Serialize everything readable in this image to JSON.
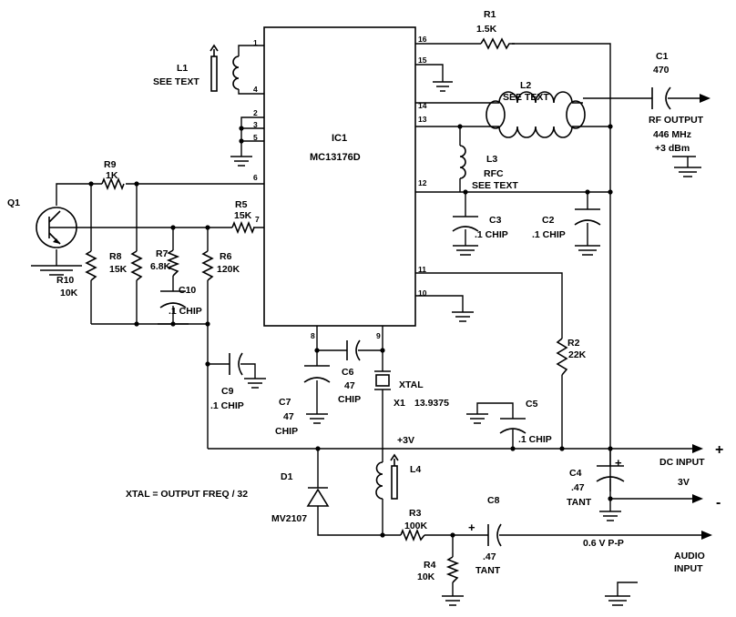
{
  "ic": {
    "designator": "IC1",
    "part": "MC13176D",
    "pins": [
      "1",
      "2",
      "3",
      "4",
      "5",
      "6",
      "7",
      "8",
      "9",
      "10",
      "11",
      "12",
      "13",
      "14",
      "15",
      "16"
    ]
  },
  "components": {
    "r1": {
      "name": "R1",
      "value": "1.5K"
    },
    "r2": {
      "name": "R2",
      "value": "22K"
    },
    "r3": {
      "name": "R3",
      "value": "100K"
    },
    "r4": {
      "name": "R4",
      "value": "10K"
    },
    "r5": {
      "name": "R5",
      "value": "15K"
    },
    "r6": {
      "name": "R6",
      "value": "120K"
    },
    "r7": {
      "name": "R7",
      "value": "6.8K"
    },
    "r8": {
      "name": "R8",
      "value": "15K"
    },
    "r9": {
      "name": "R9",
      "value": "1K"
    },
    "r10": {
      "name": "R10",
      "value": "10K"
    },
    "c1": {
      "name": "C1",
      "value": "470"
    },
    "c2": {
      "name": "C2",
      "value": ".1 CHIP"
    },
    "c3": {
      "name": "C3",
      "value": ".1 CHIP"
    },
    "c4": {
      "name": "C4",
      "value1": ".47",
      "value2": "TANT"
    },
    "c5": {
      "name": "C5",
      "value": ".1 CHIP"
    },
    "c6": {
      "name": "C6",
      "value1": "47",
      "value2": "CHIP"
    },
    "c7": {
      "name": "C7",
      "value1": "47",
      "value2": "CHIP"
    },
    "c8": {
      "name": "C8",
      "value1": ".47",
      "value2": "TANT"
    },
    "c9": {
      "name": "C9",
      "value": ".1 CHIP"
    },
    "c10": {
      "name": "C10",
      "value": ".1 CHIP"
    },
    "l1": {
      "name": "L1",
      "value": "SEE TEXT"
    },
    "l2": {
      "name": "L2",
      "value": "SEE TEXT"
    },
    "l3": {
      "name": "L3",
      "value1": "RFC",
      "value2": "SEE TEXT"
    },
    "l4": {
      "name": "L4"
    },
    "q1": {
      "name": "Q1"
    },
    "d1": {
      "name": "D1",
      "value": "MV2107"
    },
    "x1": {
      "name": "XTAL",
      "designator": "X1",
      "value": "13.9375"
    }
  },
  "labels": {
    "rf_output": "RF OUTPUT",
    "freq": "446 MHz",
    "power": "+3 dBm",
    "supply": "+3V",
    "dc_input": "DC INPUT",
    "dc_voltage": "3V",
    "plus": "+",
    "minus": "-",
    "audio_level": "0.6 V P-P",
    "audio_input_1": "AUDIO",
    "audio_input_2": "INPUT",
    "xtal_note": "XTAL = OUTPUT FREQ / 32",
    "tant_plus": "+"
  }
}
